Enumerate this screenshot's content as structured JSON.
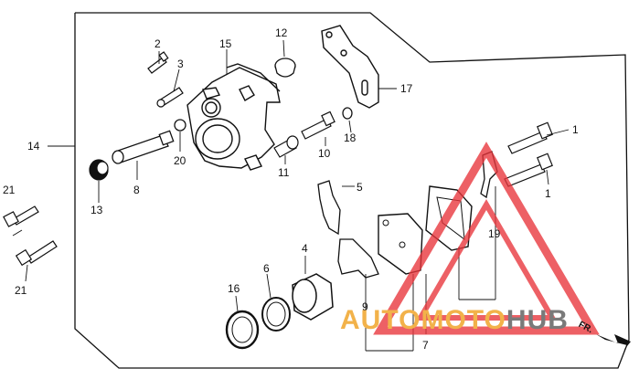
{
  "diagram": {
    "callouts": [
      {
        "id": "c1a",
        "text": "1"
      },
      {
        "id": "c1b",
        "text": "1"
      },
      {
        "id": "c2",
        "text": "2"
      },
      {
        "id": "c3",
        "text": "3"
      },
      {
        "id": "c5",
        "text": "5"
      },
      {
        "id": "c4",
        "text": "4"
      },
      {
        "id": "c6",
        "text": "6"
      },
      {
        "id": "c7",
        "text": "7"
      },
      {
        "id": "c8",
        "text": "8"
      },
      {
        "id": "c9",
        "text": "9"
      },
      {
        "id": "c10",
        "text": "10"
      },
      {
        "id": "c11",
        "text": "11"
      },
      {
        "id": "c12",
        "text": "12"
      },
      {
        "id": "c13",
        "text": "13"
      },
      {
        "id": "c14",
        "text": "14"
      },
      {
        "id": "c15",
        "text": "15"
      },
      {
        "id": "c16",
        "text": "16"
      },
      {
        "id": "c17",
        "text": "17"
      },
      {
        "id": "c18",
        "text": "18"
      },
      {
        "id": "c19",
        "text": "19"
      },
      {
        "id": "c20",
        "text": "20"
      },
      {
        "id": "c21a",
        "text": "21"
      },
      {
        "id": "c21b",
        "text": "21"
      }
    ],
    "direction_marker": "FR.",
    "watermark": {
      "part1": "AUTO",
      "part2": "MOTO",
      "part3": "HUB",
      "color_orange": "#f2b24a",
      "color_gray": "#7a7a7a",
      "logo_color": "#e8343a"
    }
  }
}
